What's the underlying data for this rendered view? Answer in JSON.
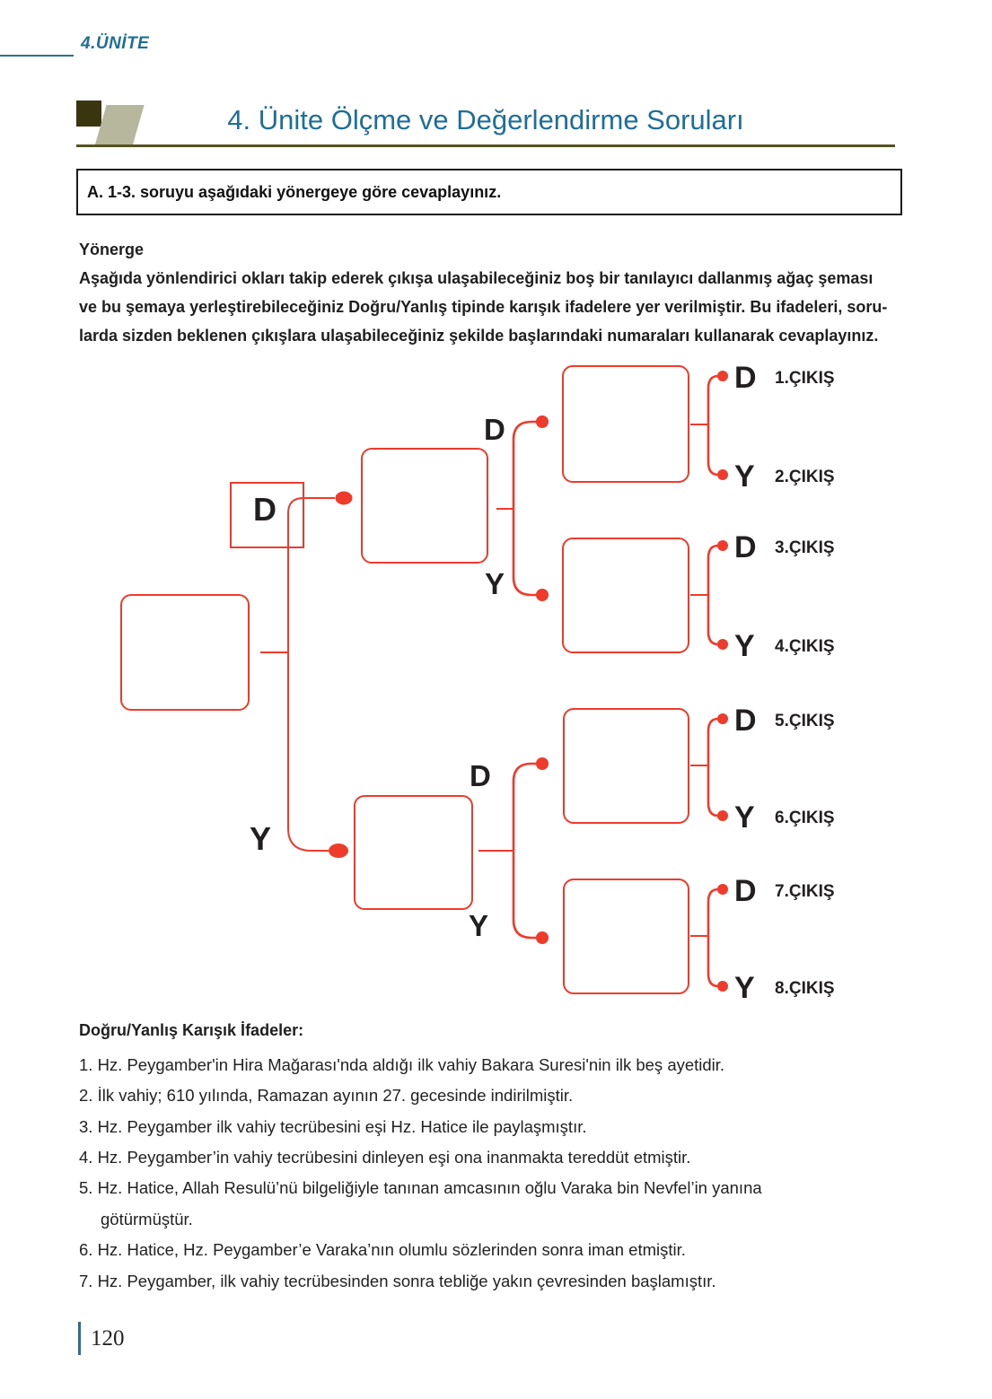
{
  "theme": {
    "red": "#ee3b2b",
    "blue": "#1d6f99",
    "olive": "#55531f",
    "olive_dark": "#39350f",
    "olive_light": "#b7b79e",
    "teal_bar": "#2e6e8e",
    "ink": "#1f1f1f"
  },
  "header": {
    "unit_label": "4.ÜNİTE",
    "title": "4. Ünite Ölçme ve Değerlendirme Soruları"
  },
  "instruction_box": {
    "text": "A. 1-3. soruyu aşağıdaki yönergeye göre cevaplayınız."
  },
  "directive": {
    "heading": "Yönerge",
    "lines": [
      "Aşağıda yönlendirici okları takip ederek çıkışa ulaşabileceğiniz boş bir tanılayıcı dallanmış ağaç şeması",
      "ve bu şemaya yerleştirebileceğiniz Doğru/Yanlış tipinde karışık ifadelere yer verilmiştir. Bu ifadeleri, soru-",
      "larda sizden beklenen çıkışlara ulaşabileceğiniz şekilde başlarındaki numaraları kullanarak cevaplayınız."
    ]
  },
  "tree": {
    "l1_d": "D",
    "l1_y": "Y",
    "l2d_d": "D",
    "l2d_y": "Y",
    "l2y_d": "D",
    "l2y_y": "Y",
    "exits": [
      {
        "branch": "D",
        "label": "1.ÇIKIŞ"
      },
      {
        "branch": "Y",
        "label": "2.ÇIKIŞ"
      },
      {
        "branch": "D",
        "label": "3.ÇIKIŞ"
      },
      {
        "branch": "Y",
        "label": "4.ÇIKIŞ"
      },
      {
        "branch": "D",
        "label": "5.ÇIKIŞ"
      },
      {
        "branch": "Y",
        "label": "6.ÇIKIŞ"
      },
      {
        "branch": "D",
        "label": "7.ÇIKIŞ"
      },
      {
        "branch": "Y",
        "label": "8.ÇIKIŞ"
      }
    ]
  },
  "statements": {
    "heading": "Doğru/Yanlış Karışık İfadeler:",
    "lines": [
      {
        "text": "1. Hz. Peygamber'in Hira Mağarası'nda aldığı ilk vahiy Bakara Suresi'nin ilk beş ayetidir."
      },
      {
        "text": "2. İlk vahiy; 610 yılında, Ramazan ayının 27. gecesinde indirilmiştir."
      },
      {
        "text": "3. Hz. Peygamber ilk vahiy tecrübesini eşi Hz. Hatice ile paylaşmıştır."
      },
      {
        "text": "4. Hz. Peygamber’in vahiy tecrübesini dinleyen eşi ona inanmakta tereddüt etmiştir."
      },
      {
        "text": "5. Hz. Hatice, Allah Resulü’nü bilgeliğiyle tanınan amcasının oğlu Varaka bin Nevfel’in yanına"
      },
      {
        "text": "götürmüştür.",
        "indent": true
      },
      {
        "text": "6. Hz. Hatice, Hz. Peygamber’e Varaka’nın olumlu sözlerinden sonra iman etmiştir."
      },
      {
        "text": "7. Hz. Peygamber, ilk vahiy tecrübesinden sonra tebliğe yakın çevresinden başlamıştır."
      }
    ]
  },
  "footer": {
    "page_number": "120"
  }
}
